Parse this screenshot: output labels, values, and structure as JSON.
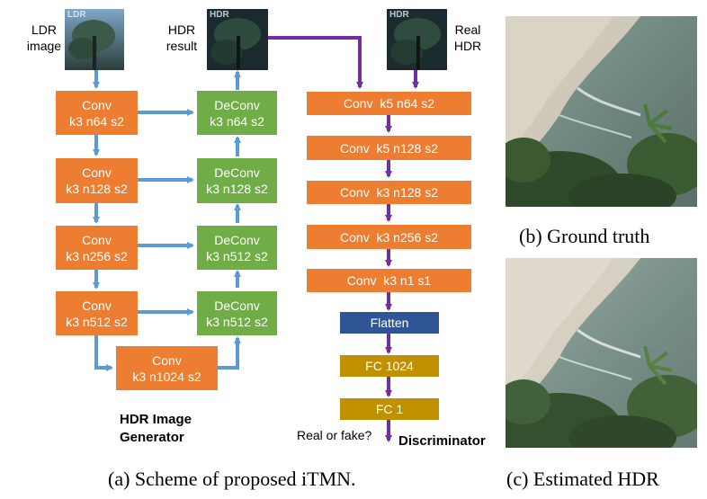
{
  "generator": {
    "input_label": [
      "LDR",
      "image"
    ],
    "output_label": [
      "HDR",
      "result"
    ],
    "encoder": [
      [
        "Conv",
        "k3 n64 s2"
      ],
      [
        "Conv",
        "k3 n128 s2"
      ],
      [
        "Conv",
        "k3 n256 s2"
      ],
      [
        "Conv",
        "k3 n512 s2"
      ]
    ],
    "bottleneck": [
      "Conv",
      "k3 n1024 s2"
    ],
    "decoder": [
      [
        "DeConv",
        "k3 n64 s2"
      ],
      [
        "DeConv",
        "k3 n128 s2"
      ],
      [
        "DeConv",
        "k3 n512 s2"
      ],
      [
        "DeConv",
        "k3 n512 s2"
      ]
    ],
    "title": [
      "HDR Image",
      "Generator"
    ]
  },
  "discriminator": {
    "input_label": [
      "Real",
      "HDR"
    ],
    "layers": [
      "Conv  k5 n64 s2",
      "Conv  k5 n128 s2",
      "Conv  k3 n128 s2",
      "Conv  k3 n256 s2",
      "Conv  k3 n1 s1"
    ],
    "flatten": "Flatten",
    "fc1": "FC 1024",
    "fc2": "FC 1",
    "output_label": "Real or fake?",
    "title": "Discriminator"
  },
  "thumbnails": {
    "ldr_tag": "LDR",
    "hdr_tag": "HDR",
    "real_tag": "HDR"
  },
  "captions": {
    "a": "(a) Scheme of proposed iTMN.",
    "b": "(b) Ground truth",
    "c": "(c) Estimated HDR"
  },
  "colors": {
    "conv": "#ED7D31",
    "deconv": "#70AD47",
    "flatten": "#2F5597",
    "fc": "#BF9000",
    "generator_arrow": "#5B9BD5",
    "discriminator_arrow": "#7030A0"
  }
}
